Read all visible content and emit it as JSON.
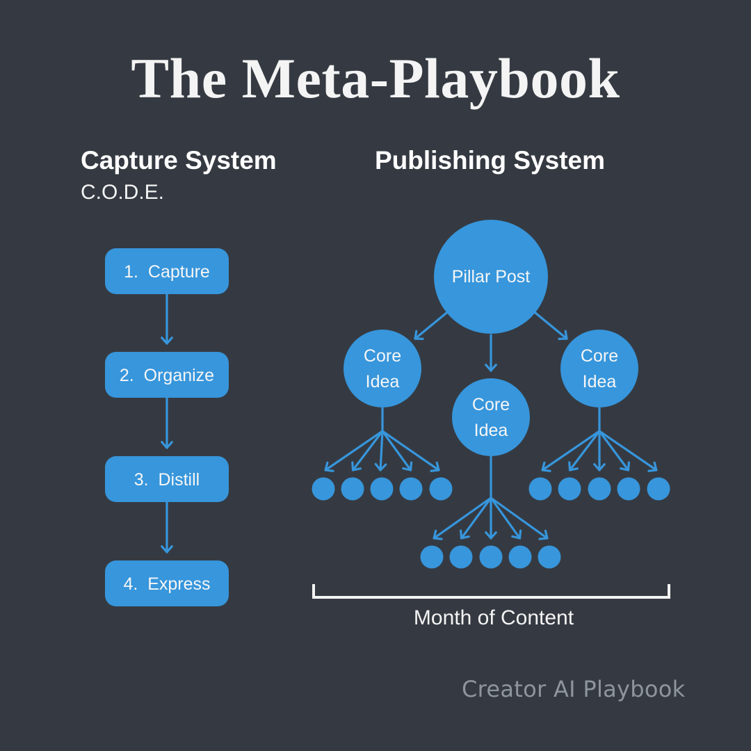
{
  "title": "The Meta-Playbook",
  "colors": {
    "background": "#353a42",
    "accent_blue": "#3796dc",
    "text_white": "#f4f4f4",
    "footer_gray": "#8f959d"
  },
  "capture_system": {
    "heading": "Capture System",
    "subheading": "C.O.D.E.",
    "steps": [
      {
        "number": "1.",
        "label": "Capture"
      },
      {
        "number": "2.",
        "label": "Organize"
      },
      {
        "number": "3.",
        "label": "Distill"
      },
      {
        "number": "4.",
        "label": "Express"
      }
    ]
  },
  "publishing_system": {
    "heading": "Publishing System",
    "root": {
      "label": "Pillar Post"
    },
    "core_ideas": [
      {
        "label_line1": "Core",
        "label_line2": "Idea",
        "content_pieces": 5
      },
      {
        "label_line1": "Core",
        "label_line2": "Idea",
        "content_pieces": 5
      },
      {
        "label_line1": "Core",
        "label_line2": "Idea",
        "content_pieces": 5
      }
    ],
    "bracket_label": "Month of Content"
  },
  "footer": "Creator AI Playbook"
}
